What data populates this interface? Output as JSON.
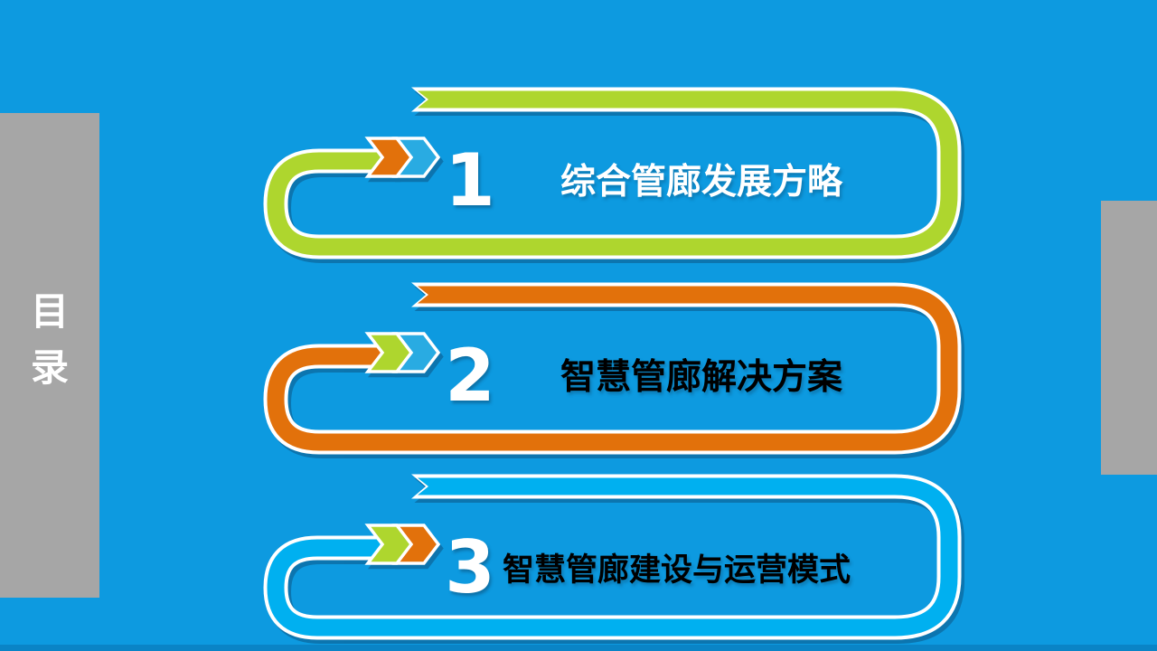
{
  "slide": {
    "background_color": "#0d9ae0",
    "bottom_edge_color": "#0a84c6",
    "shadow_color": "#0c4f7e"
  },
  "sidebar": {
    "name": "table-of-contents-banner",
    "chars": [
      "目",
      "录"
    ],
    "bar_color": "#a6a6a6",
    "text_color": "#ffffff"
  },
  "right_bar": {
    "bar_color": "#a6a6a6"
  },
  "toc": {
    "items": [
      {
        "number": "1",
        "title": "综合管廊发展方略",
        "ribbon_color": "#aed62e",
        "chevron_colors": [
          "#e2710b",
          "#29abe2"
        ],
        "title_color": "#ffffff"
      },
      {
        "number": "2",
        "title": "智慧管廊解决方案",
        "ribbon_color": "#e2710b",
        "chevron_colors": [
          "#aed62e",
          "#29abe2"
        ],
        "title_color": "#000000"
      },
      {
        "number": "3",
        "title": "智慧管廊建设与运营模式",
        "ribbon_color": "#00b0f0",
        "chevron_colors": [
          "#aed62e",
          "#e2710b"
        ],
        "title_color": "#000000"
      }
    ]
  }
}
